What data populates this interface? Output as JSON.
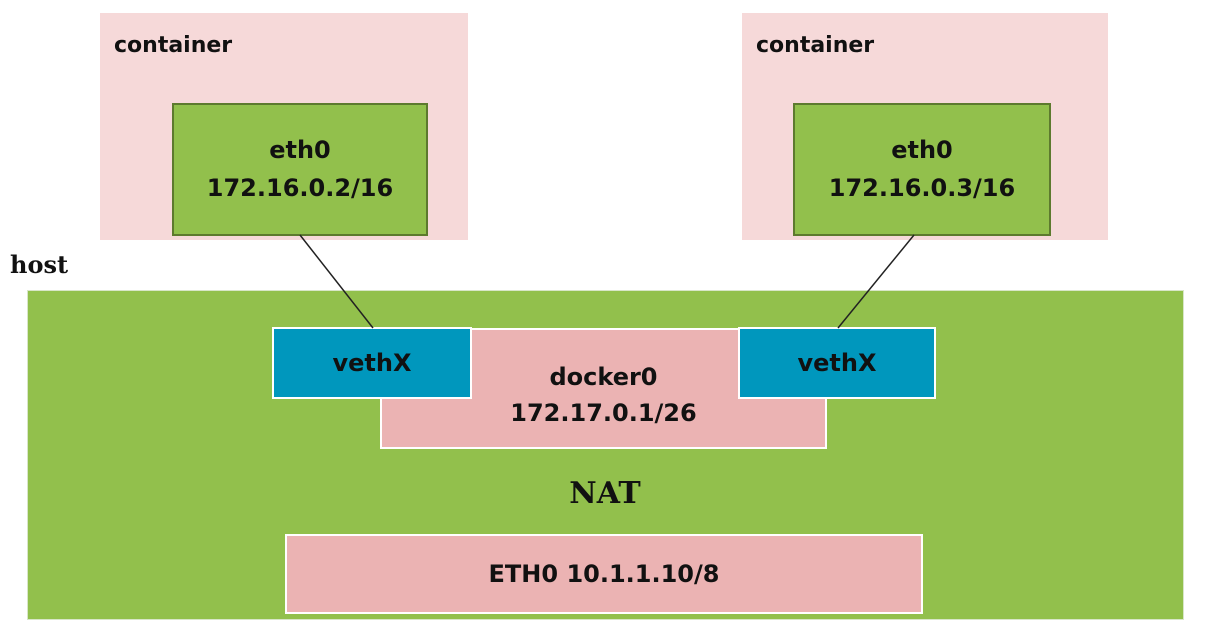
{
  "containers": [
    {
      "label": "container",
      "iface": {
        "name": "eth0",
        "ip": "172.16.0.2/16"
      }
    },
    {
      "label": "container",
      "iface": {
        "name": "eth0",
        "ip": "172.16.0.3/16"
      }
    }
  ],
  "host": {
    "label": "host",
    "bridge": {
      "name": "docker0",
      "ip": "172.17.0.1/26"
    },
    "veths": [
      "vethX",
      "vethX"
    ],
    "nat_label": "NAT",
    "eth": "ETH0 10.1.1.10/8"
  },
  "colors": {
    "container_bg": "#f6d9d9",
    "iface_green": "#92c04c",
    "host_green": "#92c04c",
    "bridge_pink": "#ebb3b3",
    "veth_blue": "#0097bd"
  }
}
